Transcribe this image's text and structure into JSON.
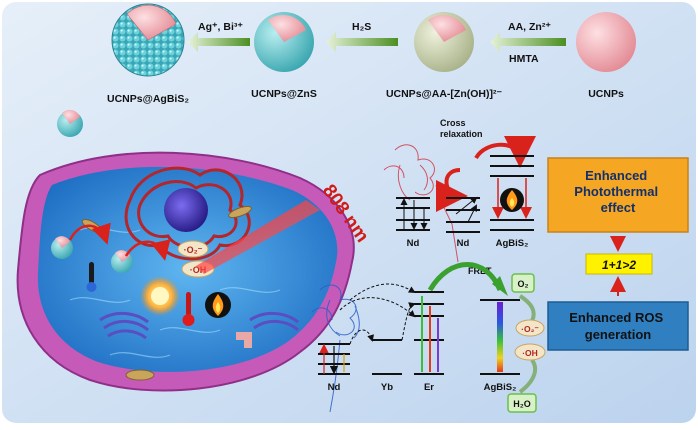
{
  "synthesis": {
    "products": [
      {
        "label": "UCNPs@AgBiS₂"
      },
      {
        "label": "UCNPs@ZnS"
      },
      {
        "label": "UCNPs@AA-[Zn(OH)]²⁻"
      },
      {
        "label": "UCNPs"
      }
    ],
    "steps": [
      {
        "label": "Ag⁺, Bi³⁺"
      },
      {
        "label": "H₂S"
      },
      {
        "label": "AA, Zn²⁺"
      },
      {
        "label": "HMTA"
      }
    ]
  },
  "laser": {
    "label": "808 nm"
  },
  "cell": {
    "ros_labels": [
      "·O₂⁻",
      "·OH"
    ]
  },
  "energy_top": {
    "annotation_line1": "Cross",
    "annotation_line2": "relaxation",
    "levels": [
      "Nd",
      "Nd",
      "AgBiS₂"
    ]
  },
  "energy_bottom": {
    "fret_label": "FRET",
    "levels": [
      "Nd",
      "Yb",
      "Er",
      "AgBiS₂"
    ],
    "species": [
      "O₂",
      "H₂O"
    ],
    "ros": [
      "·O₂⁻",
      "·OH"
    ]
  },
  "outcomes": {
    "photothermal": "Enhanced\nPhotothermal\neffect",
    "ros": "Enhanced ROS\ngeneration",
    "synergy": "1+1>2"
  },
  "colors": {
    "background": "#cfe0f4",
    "arrow_green": "#5a9a2e",
    "photothermal_box": "#f5a623",
    "ros_box": "#2f7fc1",
    "synergy_box": "#fff200",
    "shell_teal": "#5ec2c8",
    "core_pink": "#f2a3aa"
  }
}
